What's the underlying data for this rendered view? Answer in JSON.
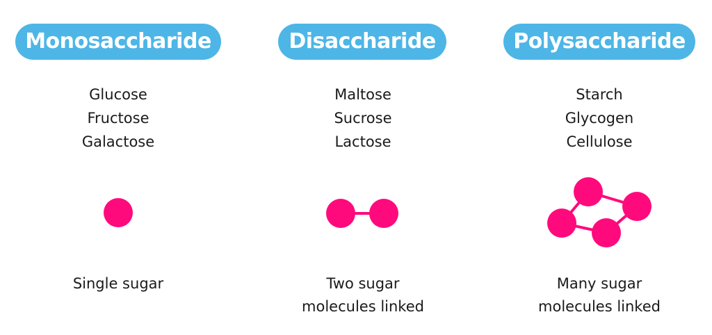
{
  "colors": {
    "pill": "#4db6e6",
    "pill_text": "#ffffff",
    "molecule": "#ff0a7d",
    "text": "#1a1a1a"
  },
  "columns": [
    {
      "title": "Monosaccharide",
      "examples": [
        "Glucose",
        "Fructose",
        "Galactose"
      ],
      "caption": [
        "Single sugar"
      ],
      "molecule_units": 1
    },
    {
      "title": "Disaccharide",
      "examples": [
        "Maltose",
        "Sucrose",
        "Lactose"
      ],
      "caption": [
        "Two sugar",
        "molecules linked"
      ],
      "molecule_units": 2
    },
    {
      "title": "Polysaccharide",
      "examples": [
        "Starch",
        "Glycogen",
        "Cellulose"
      ],
      "caption": [
        "Many sugar",
        "molecules linked"
      ],
      "molecule_units": 4
    }
  ]
}
